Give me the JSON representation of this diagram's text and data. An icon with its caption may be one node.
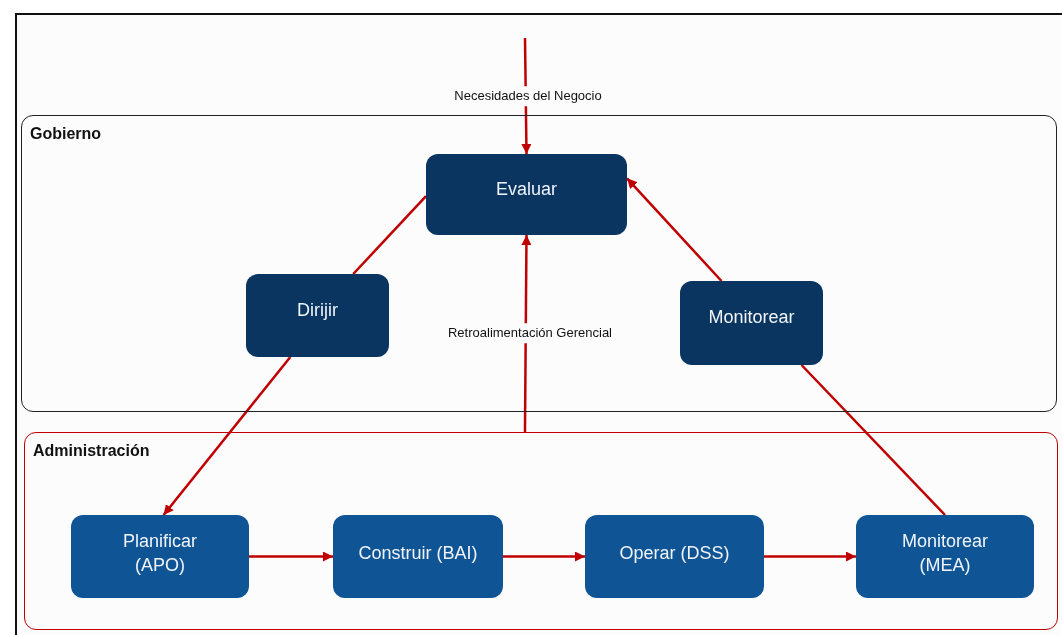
{
  "diagram": {
    "nodes": [
      {
        "text": [
          "Gobierno"
        ]
      },
      {
        "text": [
          "Evaluar"
        ],
        "in": 0
      },
      {
        "text": [
          "Dirijir"
        ],
        "in": 0
      },
      {
        "text": [
          "Monitorear"
        ],
        "in": 0
      },
      {
        "text": [
          "Administración"
        ]
      },
      {
        "text": [
          "Planificar (APO)"
        ],
        "in": 4
      },
      {
        "text": [
          "Construir (BAI)"
        ],
        "in": 4
      },
      {
        "text": [
          "Operar (DSS)"
        ],
        "in": 4
      },
      {
        "text": [
          "Monitorear (MEA)"
        ],
        "in": 4
      }
    ],
    "edges": [
      {
        "from": null,
        "to": 1,
        "arrow": "to",
        "label": "Necesidades del Negocio"
      },
      {
        "from": 1,
        "to": 2,
        "arrow": "none"
      },
      {
        "from": 2,
        "to": 5,
        "arrow": "to"
      },
      {
        "from": 3,
        "to": 1,
        "arrow": "to"
      },
      {
        "from": 8,
        "to": 3,
        "arrow": "none"
      },
      {
        "from": 4,
        "to": 1,
        "arrow": "to",
        "label": "Retroalimentación Gerencial"
      },
      {
        "from": 5,
        "to": 6,
        "arrow": "to"
      },
      {
        "from": 6,
        "to": 7,
        "arrow": "to"
      },
      {
        "from": 7,
        "to": 8,
        "arrow": "to"
      }
    ]
  }
}
